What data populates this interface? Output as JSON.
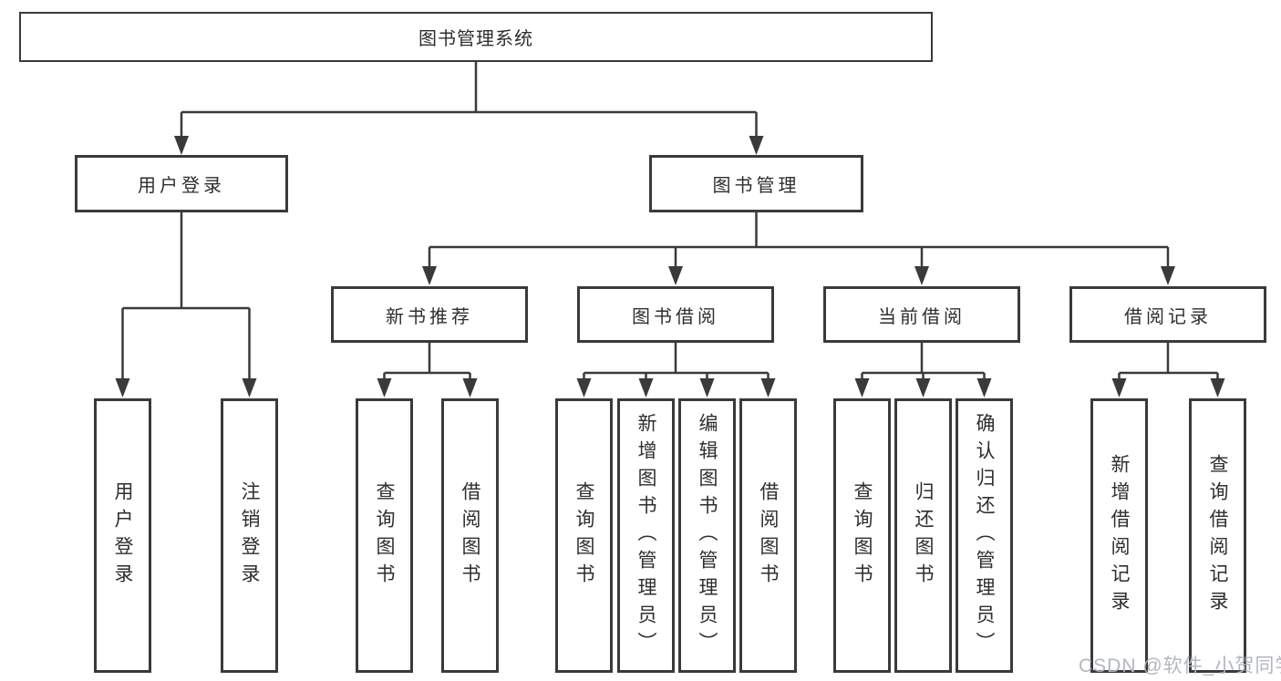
{
  "colors": {
    "line": "#3a3a3a",
    "box_border": "#3a3a3a",
    "text": "#2e2e2e",
    "watermark": "#b3b7bd",
    "background": "#ffffff"
  },
  "watermark": {
    "text": "CSDN @软件_小贺同学"
  },
  "tree": {
    "root": {
      "label": "图书管理系统",
      "children": [
        {
          "label": "用户登录",
          "children": [
            {
              "label": "用户登录"
            },
            {
              "label": "注销登录"
            }
          ]
        },
        {
          "label": "图书管理",
          "children": [
            {
              "label": "新书推荐",
              "children": [
                {
                  "label": "查询图书"
                },
                {
                  "label": "借阅图书"
                }
              ]
            },
            {
              "label": "图书借阅",
              "children": [
                {
                  "label": "查询图书"
                },
                {
                  "label": "新增图书（管理员）"
                },
                {
                  "label": "编辑图书（管理员）"
                },
                {
                  "label": "借阅图书"
                }
              ]
            },
            {
              "label": "当前借阅",
              "children": [
                {
                  "label": "查询图书"
                },
                {
                  "label": "归还图书"
                },
                {
                  "label": "确认归还（管理员）"
                }
              ]
            },
            {
              "label": "借阅记录",
              "children": [
                {
                  "label": "新增借阅记录"
                },
                {
                  "label": "查询借阅记录"
                }
              ]
            }
          ]
        }
      ]
    }
  }
}
